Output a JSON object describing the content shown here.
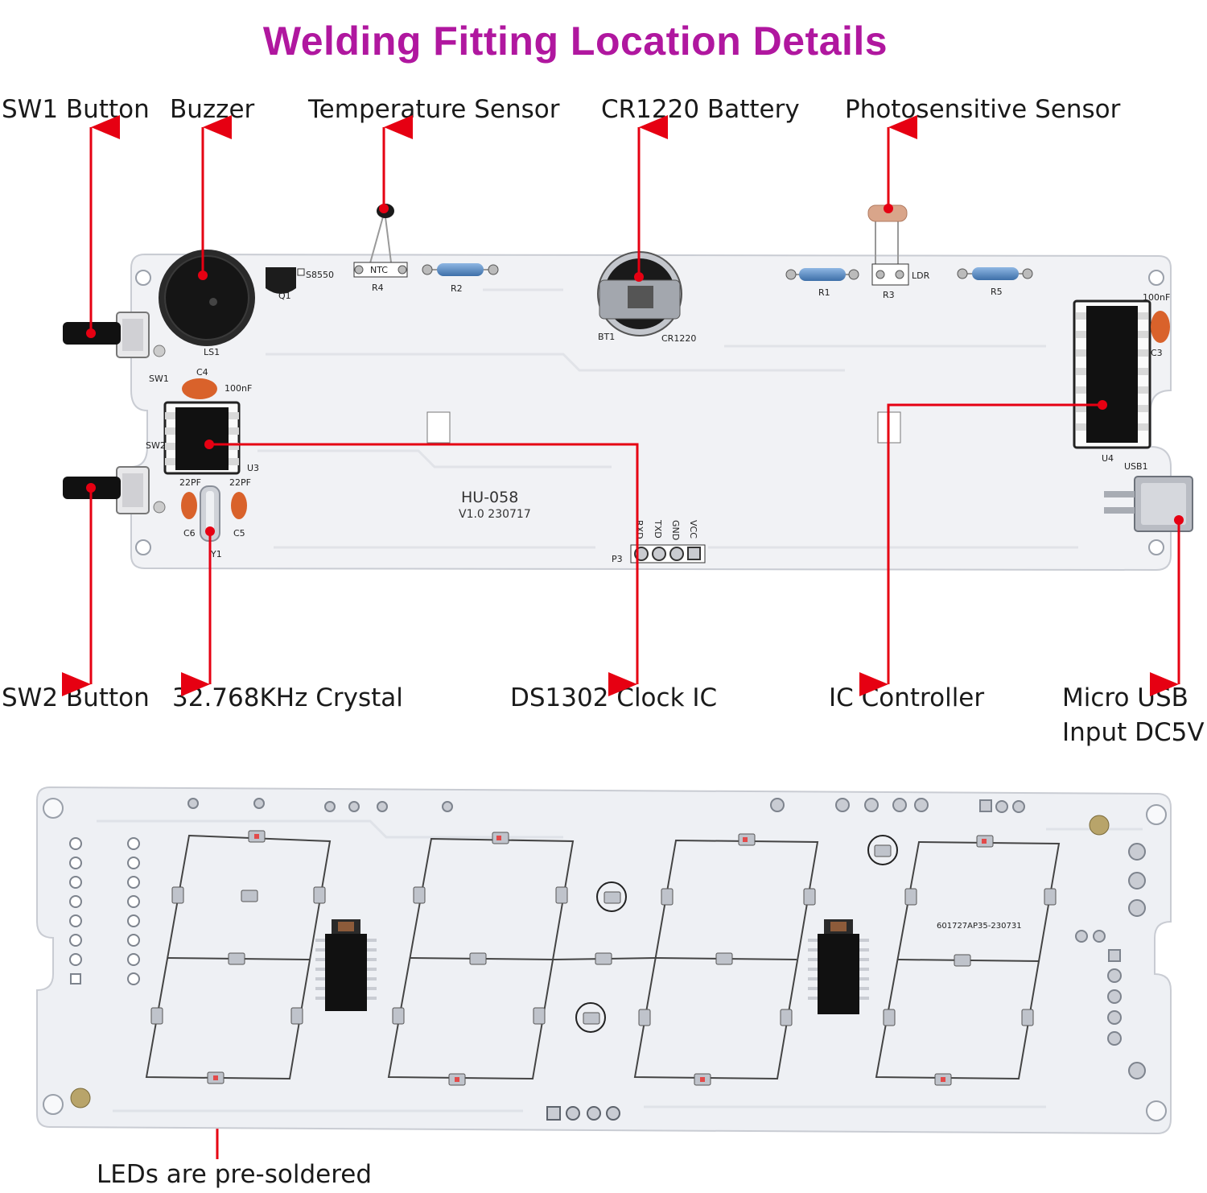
{
  "title": "Welding Fitting Location Details",
  "colors": {
    "title": "#b0179f",
    "arrow": "#e60012",
    "board": "#f1f2f5",
    "component": "#1a1a1a",
    "capacitor": "#d9622b",
    "resistor": "#4b86c5"
  },
  "top_labels": {
    "sw1": "SW1 Button",
    "buzzer": "Buzzer",
    "temperature": "Temperature Sensor",
    "battery": "CR1220 Battery",
    "photo": "Photosensitive Sensor"
  },
  "bottom_labels": {
    "sw2": "SW2 Button",
    "crystal": "32.768KHz Crystal",
    "clock_ic": "DS1302 Clock IC",
    "controller": "IC Controller",
    "usb_line1": "Micro USB",
    "usb_line2": "Input DC5V"
  },
  "leds_label": "LEDs are pre-soldered",
  "silkscreen": {
    "model": "HU-058",
    "version": "V1.0 230717",
    "q1": "Q1",
    "s8550": "S8550",
    "ntc": "NTC",
    "r4": "R4",
    "r2": "R2",
    "r1": "R1",
    "r3": "R3",
    "ldr": "LDR",
    "r5": "R5",
    "bt1": "BT1",
    "cr1220": "CR1220",
    "ls1": "LS1",
    "sw1": "SW1",
    "sw2": "SW2",
    "c4": "C4",
    "c4_val": "100nF",
    "c3": "C3",
    "c3_val": "100nF",
    "u3": "U3",
    "u4": "U4",
    "usb1": "USB1",
    "c6": "C6",
    "c5": "C5",
    "c6_val": "22PF",
    "c5_val": "22PF",
    "y1": "Y1",
    "p3": "P3",
    "rxd": "RXD",
    "txd": "TXD",
    "gnd": "GND",
    "vcc": "VCC",
    "back_code": "601727AP35-230731"
  }
}
